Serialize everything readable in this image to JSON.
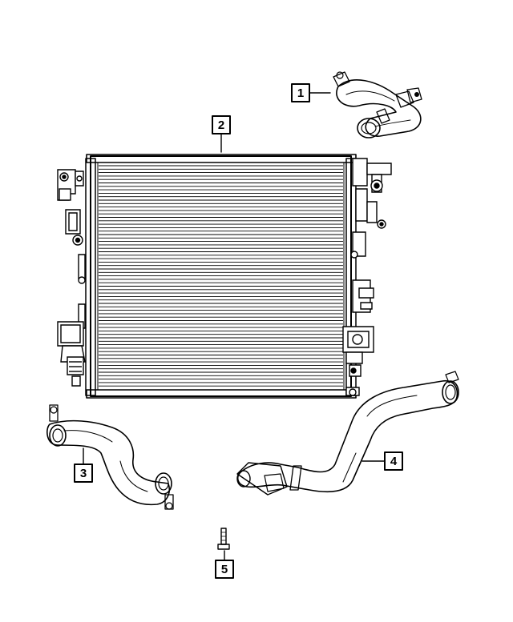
{
  "callouts": [
    {
      "number": "1",
      "part": "hose"
    },
    {
      "number": "2",
      "part": "radiator"
    },
    {
      "number": "3",
      "part": "hose"
    },
    {
      "number": "4",
      "part": "hose"
    },
    {
      "number": "5",
      "part": "bolt"
    }
  ],
  "colors": {
    "line": "#000000",
    "background": "#ffffff",
    "hose_shade": "#d8d8d8"
  }
}
